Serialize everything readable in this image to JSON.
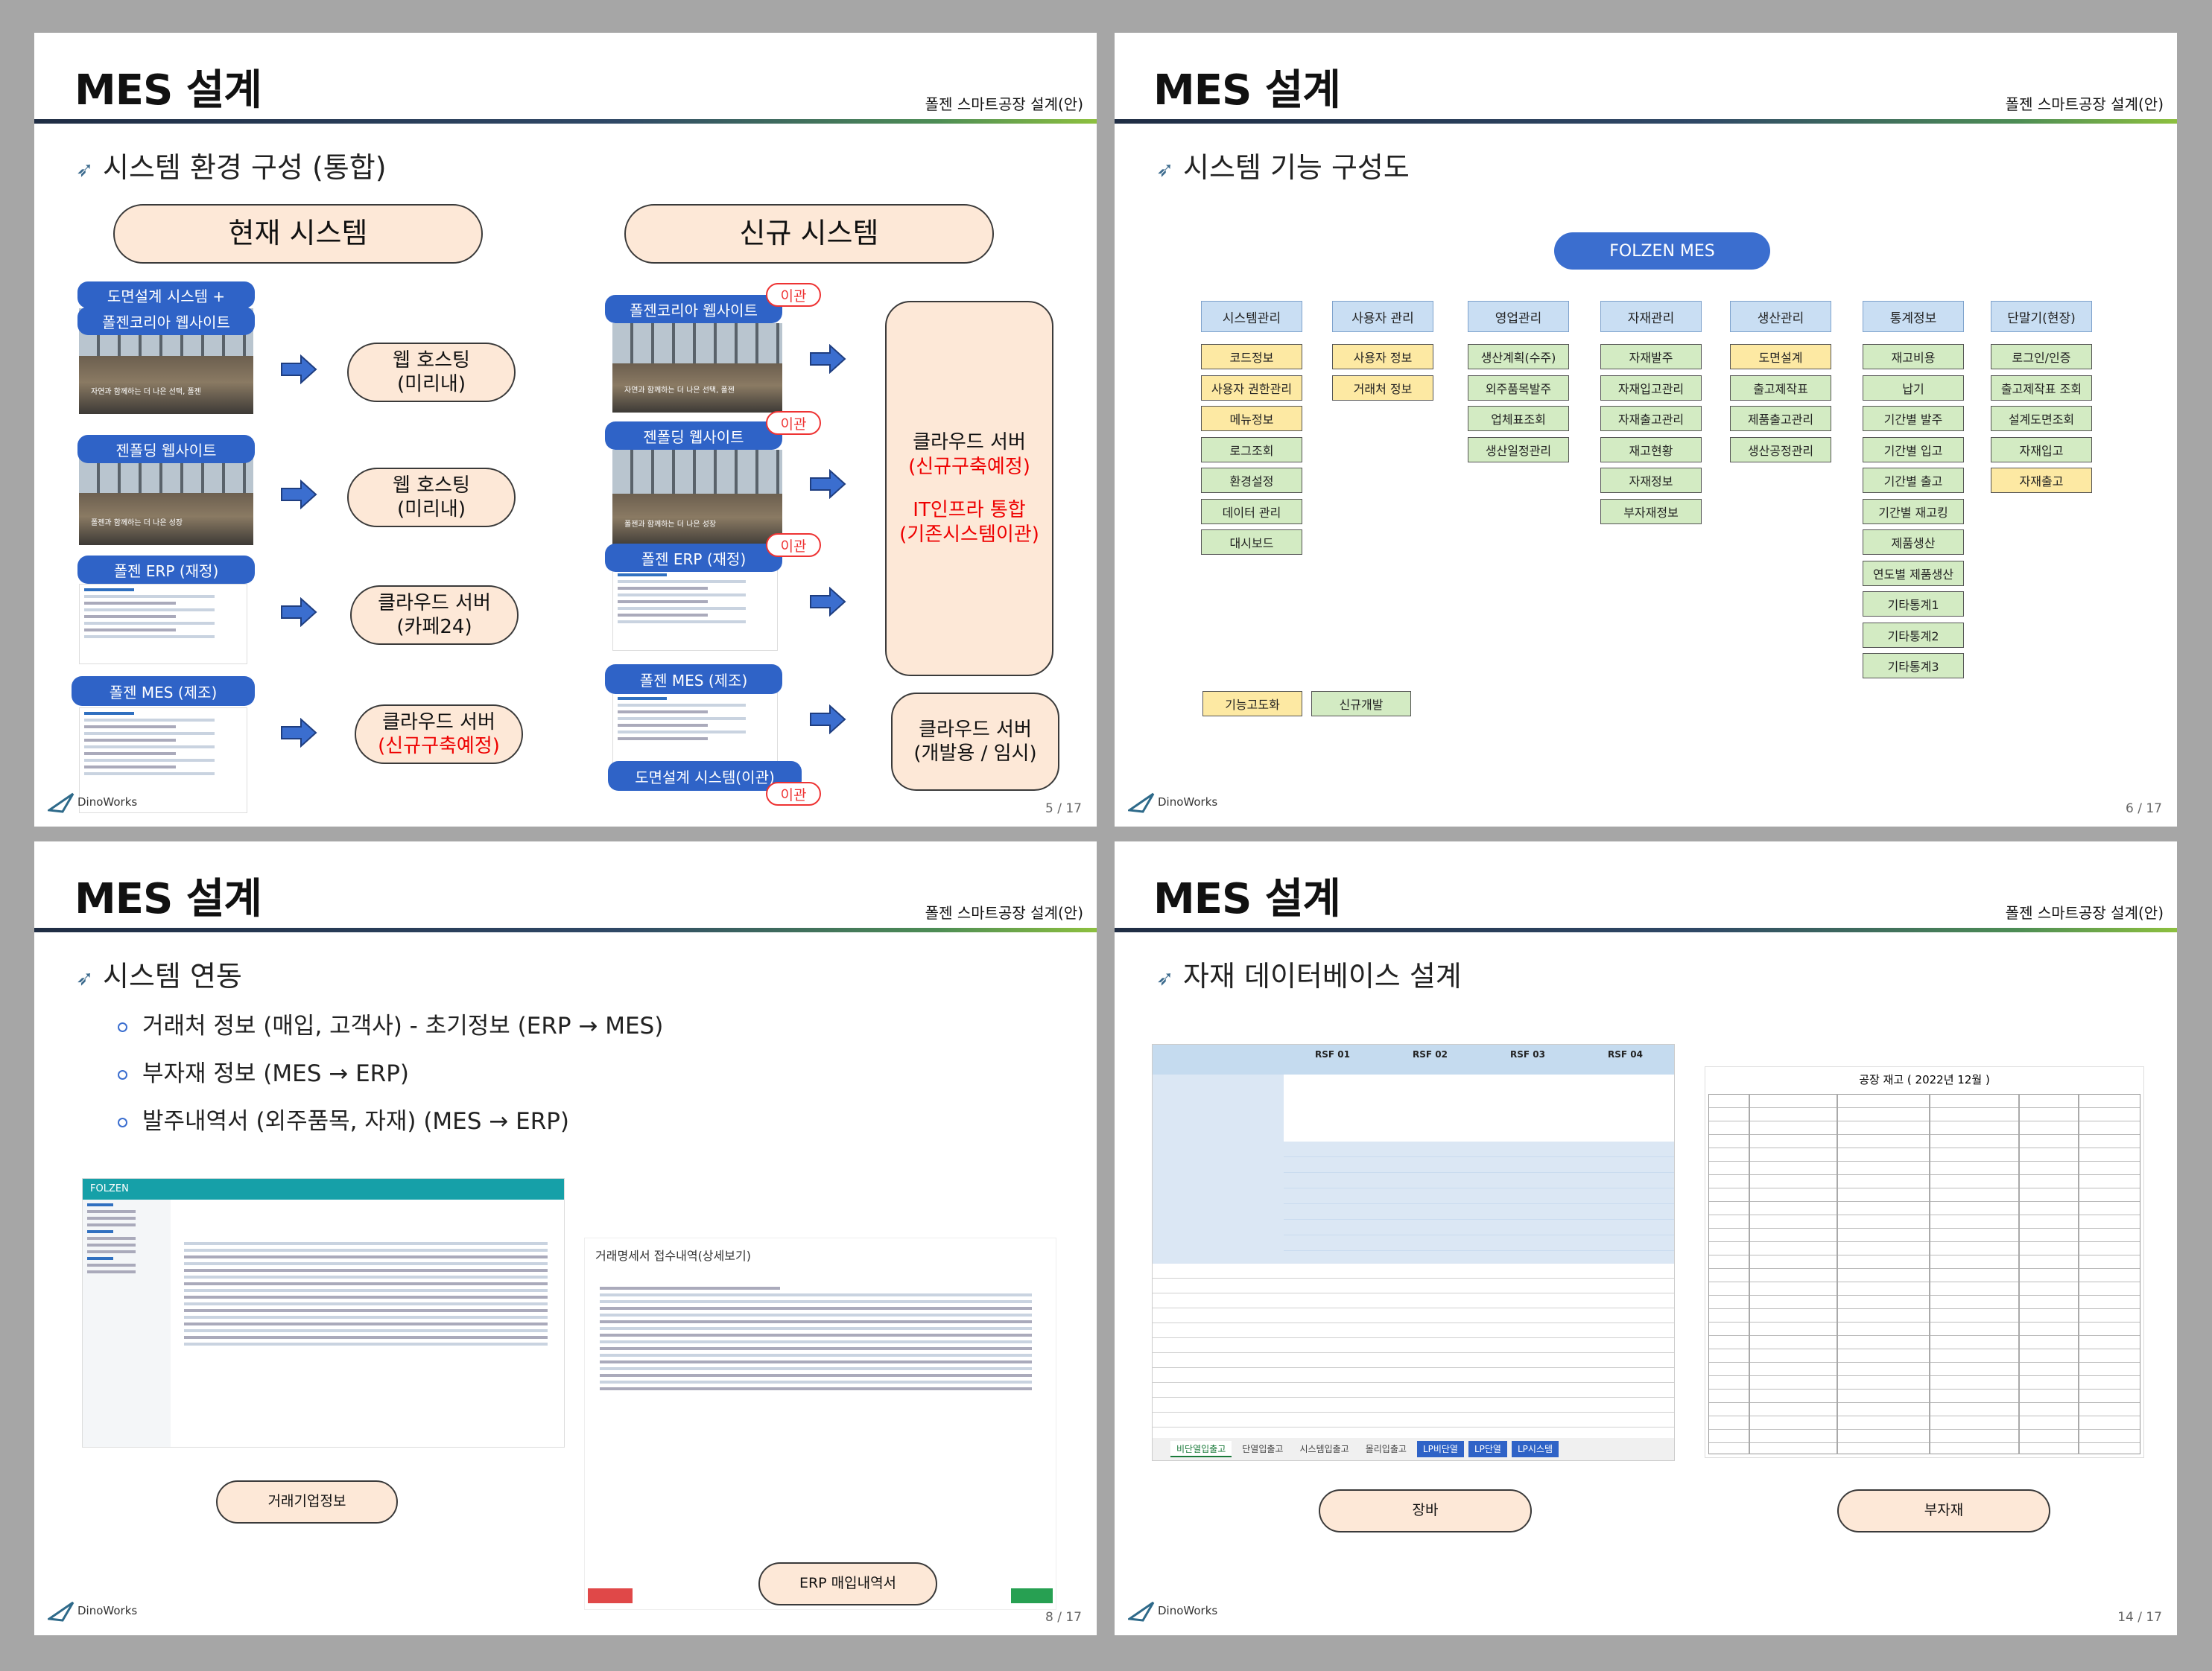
{
  "common": {
    "title": "MES 설계",
    "subtitle": "폴젠 스마트공장 설계(안)",
    "logo": "DinoWorks"
  },
  "slide1": {
    "page": "5 / 17",
    "heading": "시스템 환경 구성 (통합)",
    "current_label": "현재 시스템",
    "new_label": "신규 시스템",
    "left_tags": [
      "도면설계 시스템 +",
      "폴젠코리아 웹사이트",
      "젠폴딩 웹사이트",
      "폴젠 ERP (재정)",
      "폴젠 MES (제조)"
    ],
    "photo1_text": "자연과 함께하는 더 나은 선택, 폴젠",
    "photo2_text": "폴젠과 함께하는 더 나은 성장",
    "left_pills": [
      {
        "l1": "웹 호스팅",
        "l2": "(미리내)"
      },
      {
        "l1": "웹 호스팅",
        "l2": "(미리내)"
      },
      {
        "l1": "클라우드 서버",
        "l2": "(카페24)"
      },
      {
        "l1": "클라우드 서버",
        "l2": "(신규구축예정)"
      }
    ],
    "right_tags": [
      "폴젠코리아 웹사이트",
      "젠폴딩 웹사이트",
      "폴젠 ERP (재정)",
      "폴젠 MES (제조)",
      "도면설계 시스템(이관)"
    ],
    "transfer": "이관",
    "cloud_big": {
      "l1": "클라우드 서버",
      "l2": "(신규구축예정)",
      "l3": "IT인프라 통합",
      "l4": "(기존시스템이관)"
    },
    "cloud_small": {
      "l1": "클라우드 서버",
      "l2": "(개발용 / 임시)"
    }
  },
  "slide2": {
    "page": "6 / 17",
    "heading": "시스템 기능 구성도",
    "root": "FOLZEN MES",
    "columns": [
      {
        "name": "시스템관리",
        "items": [
          [
            "코드정보",
            "y"
          ],
          [
            "사용자 권한관리",
            "y"
          ],
          [
            "메뉴정보",
            "y"
          ],
          [
            "로그조회",
            "g"
          ],
          [
            "환경설정",
            "g"
          ],
          [
            "데이터 관리",
            "g"
          ],
          [
            "대시보드",
            "g"
          ]
        ]
      },
      {
        "name": "사용자 관리",
        "items": [
          [
            "사용자 정보",
            "y"
          ],
          [
            "거래처 정보",
            "y"
          ]
        ]
      },
      {
        "name": "영업관리",
        "items": [
          [
            "생산계획(수주)",
            "g"
          ],
          [
            "외주품목발주",
            "g"
          ],
          [
            "업체표조회",
            "g"
          ],
          [
            "생산일정관리",
            "g"
          ]
        ]
      },
      {
        "name": "자재관리",
        "items": [
          [
            "자재발주",
            "g"
          ],
          [
            "자재입고관리",
            "g"
          ],
          [
            "자재출고관리",
            "g"
          ],
          [
            "재고현황",
            "g"
          ],
          [
            "자재정보",
            "g"
          ],
          [
            "부자재정보",
            "g"
          ]
        ]
      },
      {
        "name": "생산관리",
        "items": [
          [
            "도면설계",
            "y"
          ],
          [
            "출고제작표",
            "g"
          ],
          [
            "제품출고관리",
            "g"
          ],
          [
            "생산공정관리",
            "g"
          ]
        ]
      },
      {
        "name": "통계정보",
        "items": [
          [
            "재고비용",
            "g"
          ],
          [
            "납기",
            "g"
          ],
          [
            "기간별 발주",
            "g"
          ],
          [
            "기간별 입고",
            "g"
          ],
          [
            "기간별 출고",
            "g"
          ],
          [
            "기간별 재고킹",
            "g"
          ],
          [
            "제품생산",
            "g"
          ],
          [
            "연도별 제품생산",
            "g"
          ],
          [
            "기타통계1",
            "g"
          ],
          [
            "기타통계2",
            "g"
          ],
          [
            "기타통계3",
            "g"
          ]
        ]
      },
      {
        "name": "단말기(현장)",
        "items": [
          [
            "로그인/인증",
            "g"
          ],
          [
            "출고제작표 조회",
            "g"
          ],
          [
            "설계도면조회",
            "g"
          ],
          [
            "자재입고",
            "g"
          ],
          [
            "자재출고",
            "y"
          ]
        ]
      }
    ],
    "legend": [
      [
        "기능고도화",
        "y"
      ],
      [
        "신규개발",
        "g"
      ]
    ]
  },
  "slide3": {
    "page": "8 / 17",
    "heading": "시스템 연동",
    "bullets": [
      "거래처 정보 (매입, 고객사) - 초기정보 (ERP → MES)",
      "부자재 정보 (MES → ERP)",
      "발주내역서 (외주품목, 자재) (MES → ERP)"
    ],
    "shot1_brand": "FOLZEN",
    "shot2_title": "거래명세서 접수내역(상세보기)",
    "pill1": "거래기업정보",
    "pill2": "ERP 매입내역서"
  },
  "slide4": {
    "page": "14 / 17",
    "heading": "자재 데이터베이스 설계",
    "sheet_cols": [
      "RSF 01",
      "RSF 02",
      "RSF 03",
      "RSF 04"
    ],
    "sheet_tabs": [
      "비단열입출고",
      "단열입출고",
      "시스템입출고",
      "몰리입출고",
      "LP비단열",
      "LP단열",
      "LP시스템"
    ],
    "table2_title": "공장 재고 ( 2022년 12월 )",
    "pill1": "장바",
    "pill2": "부자재"
  }
}
